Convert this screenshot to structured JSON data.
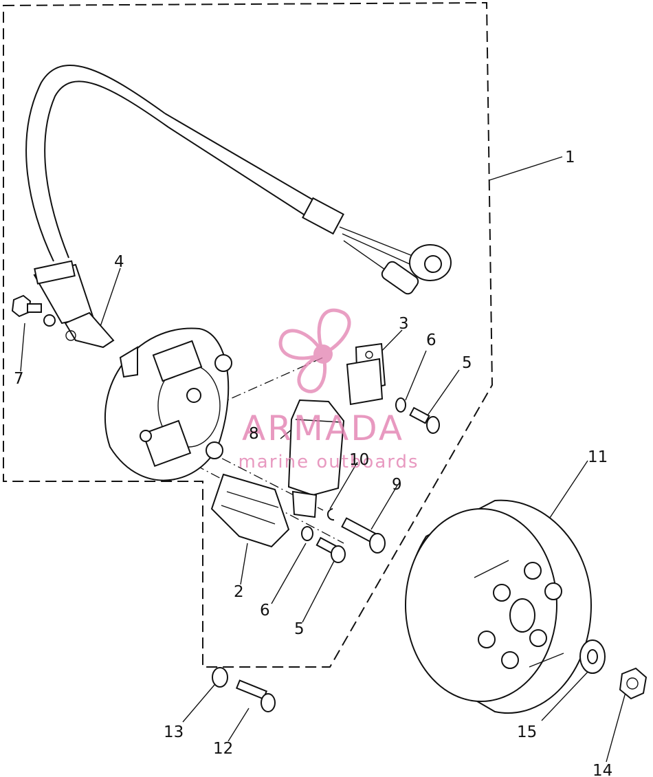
{
  "labels": {
    "p1": "1",
    "p2": "2",
    "p3": "3",
    "p4": "4",
    "p5a": "5",
    "p5b": "5",
    "p6a": "6",
    "p6b": "6",
    "p7": "7",
    "p8": "8",
    "p9": "9",
    "p10": "10",
    "p11": "11",
    "p12": "12",
    "p13": "13",
    "p14": "14",
    "p15": "15"
  },
  "watermark": {
    "brand": "ARMADA",
    "tagline": "marine outboards",
    "color": "#e27fb0"
  },
  "colors": {
    "ink": "#111111",
    "background": "#ffffff"
  }
}
